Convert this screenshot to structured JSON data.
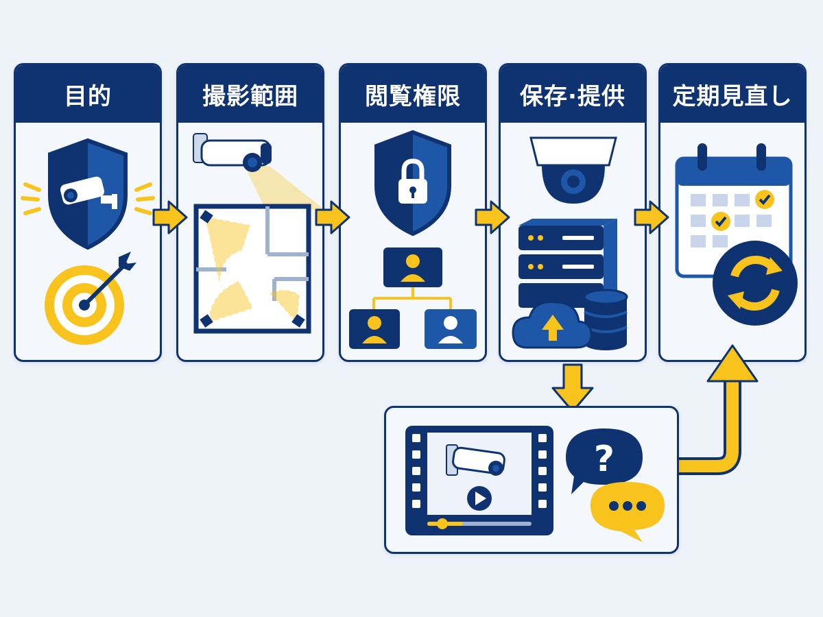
{
  "steps": [
    {
      "id": "purpose",
      "title": "目的",
      "icons": [
        "shield-camera-icon",
        "target-icon"
      ]
    },
    {
      "id": "scope",
      "title": "撮影範囲",
      "icons": [
        "security-camera-icon",
        "floor-plan-icon"
      ]
    },
    {
      "id": "access",
      "title": "閲覧権限",
      "icons": [
        "shield-lock-icon",
        "org-chart-icon"
      ]
    },
    {
      "id": "storage",
      "title": "保存·提供",
      "icons": [
        "dome-camera-icon",
        "server-icon",
        "cloud-upload-icon",
        "database-icon"
      ]
    },
    {
      "id": "review",
      "title": "定期見直し",
      "icons": [
        "calendar-icon",
        "refresh-icon"
      ]
    }
  ],
  "inquiry_panel": {
    "icons": [
      "video-player-icon",
      "question-bubble-icon",
      "chat-bubble-icon"
    ]
  },
  "colors": {
    "navy": "#0f3370",
    "blue": "#1e56a8",
    "yellow": "#f7c31c",
    "card_bg": "#f4f8fd",
    "page_bg": "#eef2f9"
  }
}
